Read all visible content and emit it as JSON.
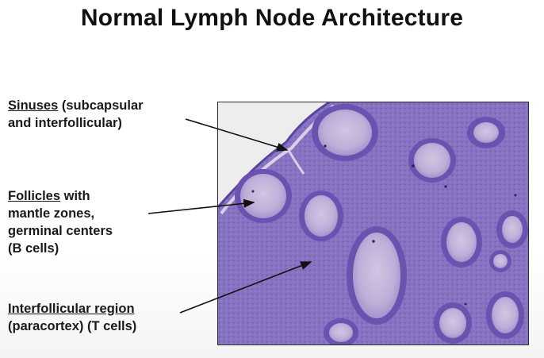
{
  "slide": {
    "title": "Normal Lymph Node Architecture"
  },
  "labels": {
    "sinuses": {
      "term": "Sinuses",
      "rest": " (subcapsular",
      "line2": "and interfollicular)"
    },
    "follicles": {
      "term": "Follicles",
      "rest": " with",
      "line2": "mantle zones,",
      "line3": "germinal centers",
      "line4": "(B cells)"
    },
    "interfollicular": {
      "term": "Interfollicular region",
      "line2": "(paracortex) (T cells)"
    }
  },
  "image": {
    "icon": "lymph-node-micrograph",
    "colors": {
      "background": "#8a76c4",
      "follicle_center": "#c9b9dc",
      "mantle": "#6a52b0",
      "slide_blank": "#ececec"
    }
  },
  "arrows": {
    "color": "#111111"
  }
}
